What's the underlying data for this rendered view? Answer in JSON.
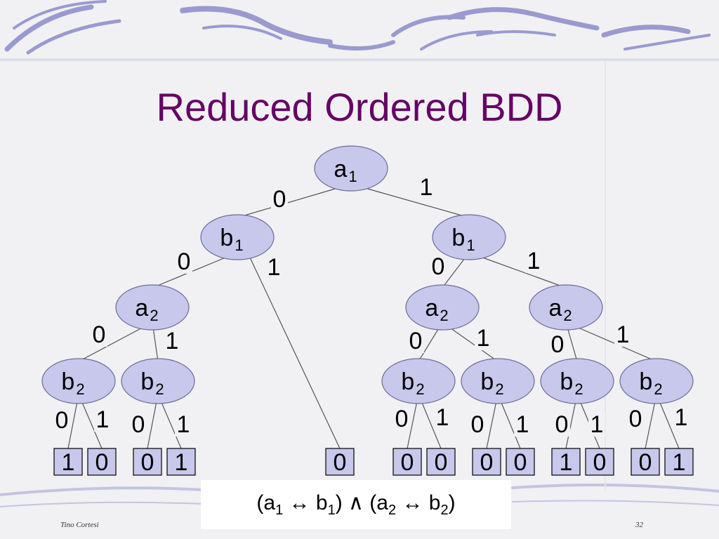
{
  "slide": {
    "title": "Reduced Ordered BDD",
    "footer_author": "Tino Cortesi",
    "page_number": "32"
  },
  "formula": {
    "parts": [
      "(a",
      "1",
      " ↔ b",
      "1",
      ") ∧ (a",
      "2",
      " ↔ b",
      "2",
      ")"
    ]
  },
  "colors": {
    "title": "#660066",
    "node_fill": "#c8c8ec",
    "node_stroke": "#6a6a9a",
    "leaf_fill": "#c8c8ec",
    "edge": "#555555",
    "swirl": "#9a9ad0"
  },
  "bdd": {
    "nodes": [
      {
        "id": "n0",
        "var": "a",
        "sub": "1"
      },
      {
        "id": "n1",
        "var": "b",
        "sub": "1"
      },
      {
        "id": "n2",
        "var": "b",
        "sub": "1"
      },
      {
        "id": "n3",
        "var": "a",
        "sub": "2"
      },
      {
        "id": "n4",
        "var": "a",
        "sub": "2"
      },
      {
        "id": "n5",
        "var": "a",
        "sub": "2"
      },
      {
        "id": "n6",
        "var": "b",
        "sub": "2"
      },
      {
        "id": "n7",
        "var": "b",
        "sub": "2"
      },
      {
        "id": "n8",
        "var": "b",
        "sub": "2"
      },
      {
        "id": "n9",
        "var": "b",
        "sub": "2"
      },
      {
        "id": "n10",
        "var": "b",
        "sub": "2"
      },
      {
        "id": "n11",
        "var": "b",
        "sub": "2"
      }
    ],
    "leaves": [
      {
        "id": "l0",
        "value": "1"
      },
      {
        "id": "l1",
        "value": "0"
      },
      {
        "id": "l2",
        "value": "0"
      },
      {
        "id": "l3",
        "value": "1"
      },
      {
        "id": "l4",
        "value": "0"
      },
      {
        "id": "l5",
        "value": "0"
      },
      {
        "id": "l6",
        "value": "0"
      },
      {
        "id": "l7",
        "value": "0"
      },
      {
        "id": "l8",
        "value": "0"
      },
      {
        "id": "l9",
        "value": "1"
      },
      {
        "id": "l10",
        "value": "0"
      },
      {
        "id": "l11",
        "value": "0"
      },
      {
        "id": "l12",
        "value": "1"
      }
    ],
    "edges": [
      {
        "from": "n0",
        "to": "n1",
        "label": "0"
      },
      {
        "from": "n0",
        "to": "n2",
        "label": "1"
      },
      {
        "from": "n1",
        "to": "n3",
        "label": "0"
      },
      {
        "from": "n1",
        "to": "l4",
        "label": "1"
      },
      {
        "from": "n2",
        "to": "n4",
        "label": "0"
      },
      {
        "from": "n2",
        "to": "n5",
        "label": "1"
      },
      {
        "from": "n3",
        "to": "n6",
        "label": "0"
      },
      {
        "from": "n3",
        "to": "n7",
        "label": "1"
      },
      {
        "from": "n4",
        "to": "n8",
        "label": "0"
      },
      {
        "from": "n4",
        "to": "n9",
        "label": "1"
      },
      {
        "from": "n5",
        "to": "n10",
        "label": "0"
      },
      {
        "from": "n5",
        "to": "n11",
        "label": "1"
      },
      {
        "from": "n6",
        "to": "l0",
        "label": "0"
      },
      {
        "from": "n6",
        "to": "l1",
        "label": "1"
      },
      {
        "from": "n7",
        "to": "l2",
        "label": "0"
      },
      {
        "from": "n7",
        "to": "l3",
        "label": "1"
      },
      {
        "from": "n8",
        "to": "l5",
        "label": "0"
      },
      {
        "from": "n8",
        "to": "l6",
        "label": "1"
      },
      {
        "from": "n9",
        "to": "l7",
        "label": "0"
      },
      {
        "from": "n9",
        "to": "l8",
        "label": "1"
      },
      {
        "from": "n10",
        "to": "l9",
        "label": "0"
      },
      {
        "from": "n10",
        "to": "l10",
        "label": "1"
      },
      {
        "from": "n11",
        "to": "l11",
        "label": "0"
      },
      {
        "from": "n11",
        "to": "l12",
        "label": "1"
      }
    ]
  }
}
